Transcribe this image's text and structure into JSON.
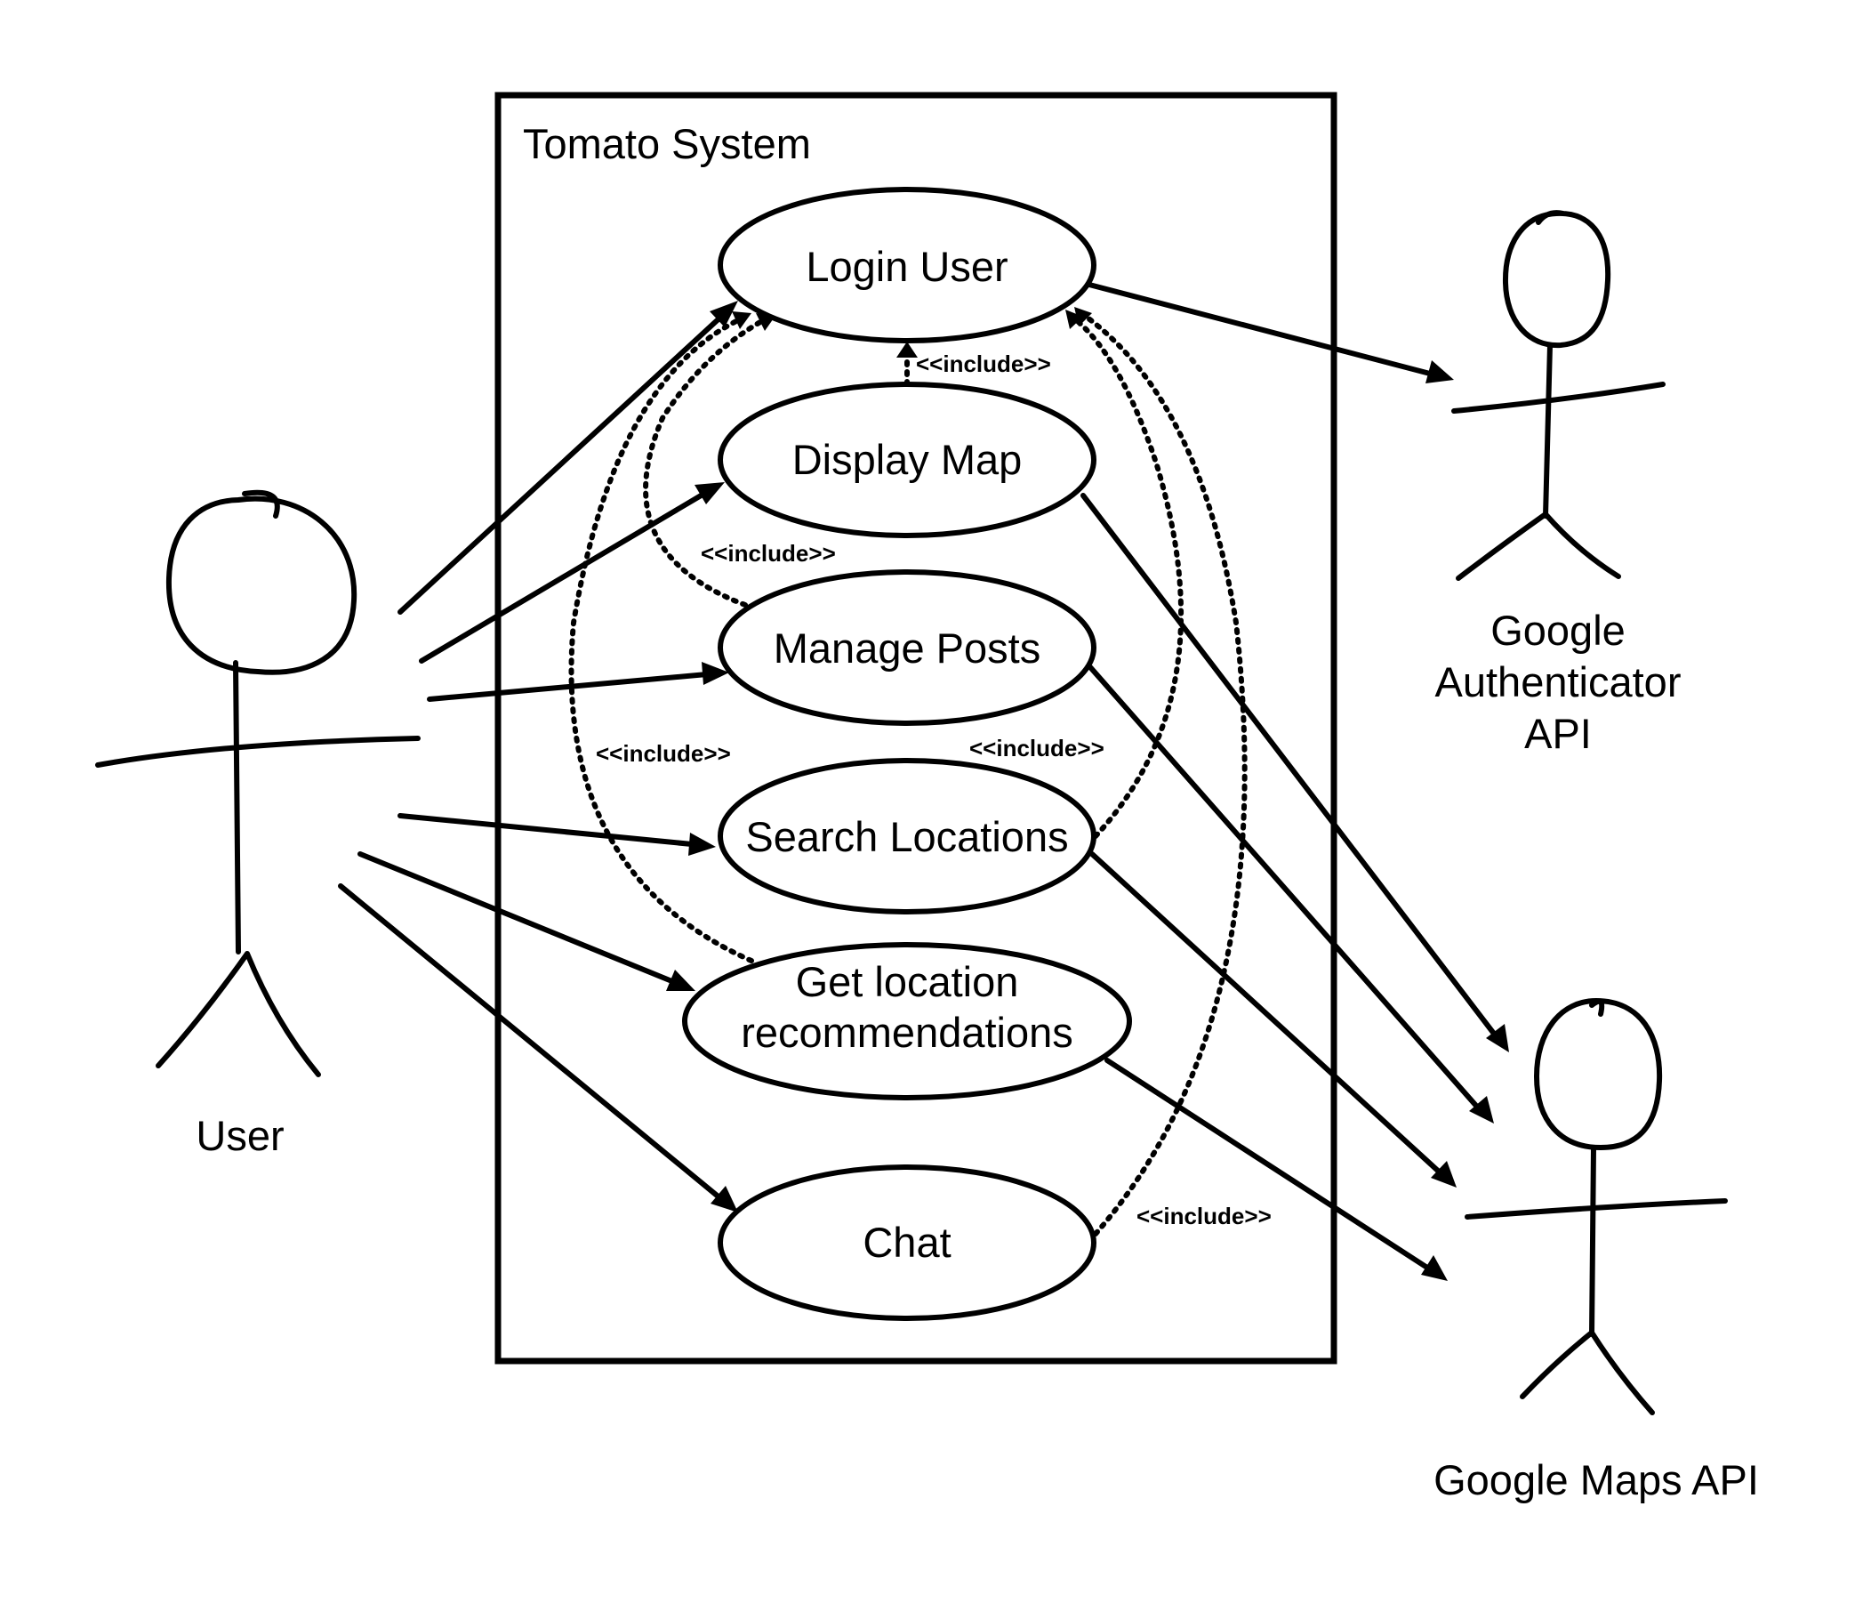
{
  "system": {
    "title": "Tomato System"
  },
  "actors": {
    "user": "User",
    "google_auth_line1": "Google",
    "google_auth_line2": "Authenticator",
    "google_auth_line3": "API",
    "google_maps": "Google Maps API"
  },
  "use_cases": {
    "login_user": "Login User",
    "display_map": "Display Map",
    "manage_posts": "Manage Posts",
    "search_locations": "Search Locations",
    "get_recs_line1": "Get location",
    "get_recs_line2": "recommendations",
    "chat": "Chat"
  },
  "relations": {
    "include": "<<include>>"
  }
}
